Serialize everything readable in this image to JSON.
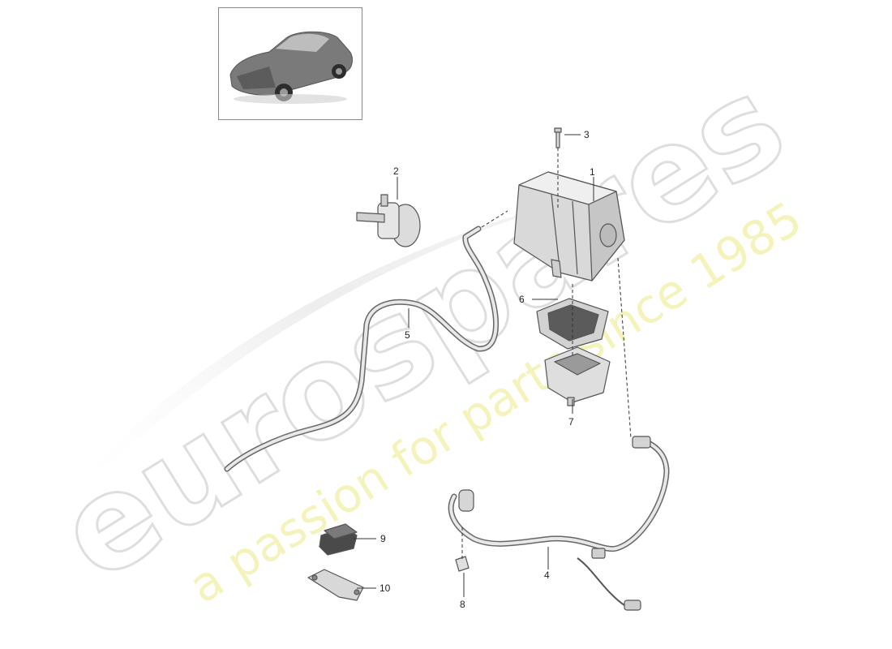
{
  "watermark": {
    "brand": "eurospares",
    "tagline": "a passion for parts since 1985",
    "brand_color": "#d6d6d6",
    "tagline_color": "#f1f0a8"
  },
  "thumbnail": {
    "icon": "car-thumbnail-icon"
  },
  "callouts": [
    {
      "id": "1",
      "label": "1"
    },
    {
      "id": "2",
      "label": "2"
    },
    {
      "id": "3",
      "label": "3"
    },
    {
      "id": "4",
      "label": "4"
    },
    {
      "id": "5",
      "label": "5"
    },
    {
      "id": "6",
      "label": "6"
    },
    {
      "id": "7",
      "label": "7"
    },
    {
      "id": "8",
      "label": "8"
    },
    {
      "id": "9",
      "label": "9"
    },
    {
      "id": "10",
      "label": "10"
    }
  ],
  "colors": {
    "part_fill": "#e3e3e3",
    "part_stroke": "#555555",
    "line": "#333333"
  }
}
